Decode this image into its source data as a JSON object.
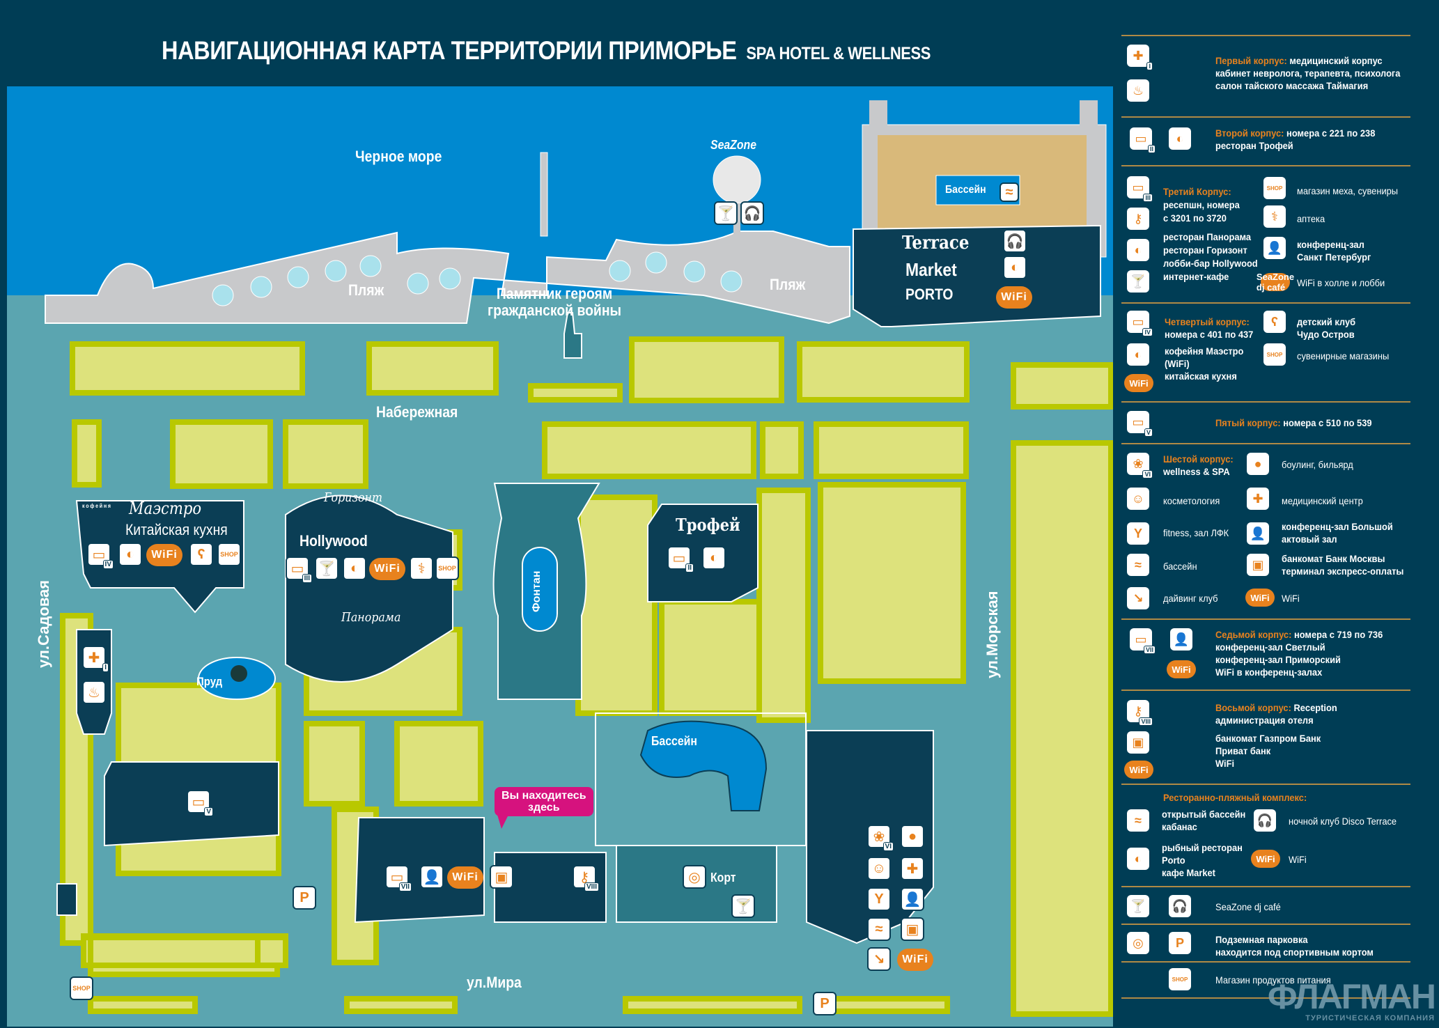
{
  "header": {
    "title": "НАВИГАЦИОННАЯ КАРТА ТЕРРИТОРИИ ПРИМОРЬЕ",
    "subtitle": "SPA HOTEL & WELLNESS"
  },
  "colors": {
    "background": "#003d55",
    "sea": "#0089d0",
    "ground": "#5ba5b0",
    "beach": "#c8c9cb",
    "lawn": "#dde27c",
    "lawn_border": "#b9c800",
    "building": "#0b3e55",
    "accent_orange": "#e8821e",
    "you_are_here": "#d6127e",
    "legend_separator": "#b08a45"
  },
  "map": {
    "labels": {
      "sea": "Черное море",
      "beach_left": "Пляж",
      "beach_right": "Пляж",
      "monument": "Памятник героям гражданской войны",
      "monument_line1": "Памятник героям",
      "monument_line2": "гражданской войны",
      "embankment": "Набережная",
      "street_sadovaya": "ул.Садовая",
      "street_morskaya": "ул.Морская",
      "street_mira": "ул.Мира",
      "fountain": "Фонтан",
      "pond": "Пруд",
      "pool_main": "Бассейн",
      "pool_beach": "Бассейн",
      "court": "Корт",
      "seazone": "SeaZone",
      "terrace": "Terrace",
      "market": "Market",
      "porto": "PORTO",
      "maestro_prefix": "кофейня",
      "maestro": "Маэстро",
      "chinese": "Китайская кухня",
      "gorizont": "Горизонт",
      "hollywood": "Hollywood",
      "panorama": "Панорама",
      "trofey": "Трофей",
      "you_are_here": "Вы находитесь здесь",
      "you_are_here_line1": "Вы находитесь",
      "you_are_here_line2": "здесь",
      "wifi": "WiFi",
      "shop": "SHOP",
      "parking": "P"
    },
    "building_numbers": [
      "I",
      "II",
      "III",
      "IV",
      "V",
      "VI",
      "VII",
      "VIII"
    ]
  },
  "legend": {
    "sections": [
      {
        "heading": "Первый корпус:",
        "lines": [
          "медицинский корпус",
          "кабинет невролога, терапевта, психолога",
          "салон тайского массажа Таймагия"
        ],
        "icons": [
          "medical-cross-icon",
          "massage-icon"
        ],
        "building": "I"
      },
      {
        "heading": "Второй корпус:",
        "lines": [
          "номера с 221 по 238",
          "ресторан Трофей"
        ],
        "icons": [
          "hotel-room-icon",
          "restaurant-icon"
        ],
        "building": "II"
      },
      {
        "heading": "Третий Корпус:",
        "lines": [
          "ресепшн, номера",
          "с 3201 по 3720",
          "ресторан Панорама",
          "ресторан Горизонт",
          "лобби-бар Hollywood",
          "интернет-кафе"
        ],
        "icons": [
          "hotel-room-icon",
          "key-icon",
          "restaurant-icon",
          "cocktail-icon"
        ],
        "building": "III",
        "extra": [
          {
            "icon": "shop-icon",
            "text": "магазин меха, сувениры"
          },
          {
            "icon": "pharmacy-icon",
            "text": "аптека"
          },
          {
            "icon": "conference-icon",
            "text": "конференц-зал Санкт Петербург"
          },
          {
            "icon": "wifi-icon",
            "text": "WiFi в холле и лобби"
          }
        ]
      },
      {
        "heading": "Четвертый корпус:",
        "lines": [
          "номера с 401 по 437",
          "кофейня Маэстро",
          "(WiFi)",
          "китайская кухня"
        ],
        "icons": [
          "hotel-room-icon",
          "restaurant-icon",
          "wifi-icon"
        ],
        "building": "IV",
        "extra": [
          {
            "icon": "teddy-bear-icon",
            "text": "детский клуб Чудо Остров"
          },
          {
            "icon": "shop-icon",
            "text": "сувенирные магазины"
          }
        ]
      },
      {
        "heading": "Пятый корпус:",
        "lines": [
          "номера с 510 по 539"
        ],
        "icons": [
          "hotel-room-icon"
        ],
        "building": "V"
      },
      {
        "heading": "Шестой корпус:",
        "lines": [
          "wellness & SPA"
        ],
        "icons": [
          "lotus-icon"
        ],
        "building": "VI",
        "extra": [
          {
            "icon": "bowling-icon",
            "text": "боулинг, бильярд"
          },
          {
            "icon": "cosmetology-icon",
            "text": "косметология"
          },
          {
            "icon": "medical-cross-icon",
            "text": "медицинский центр"
          },
          {
            "icon": "fitness-icon",
            "text": "fitness, зал ЛФК"
          },
          {
            "icon": "conference-icon",
            "text": "конференц-зал Большой актовый зал"
          },
          {
            "icon": "swimming-icon",
            "text": "бассейн"
          },
          {
            "icon": "atm-icon",
            "text": "банкомат Банк Москвы терминал экспресс-оплаты"
          },
          {
            "icon": "diving-icon",
            "text": "дайвинг клуб"
          },
          {
            "icon": "wifi-icon",
            "text": "WiFi"
          }
        ]
      },
      {
        "heading": "Седьмой корпус:",
        "lines": [
          "номера с 719 по 736",
          "конференц-зал Светлый",
          "конференц-зал Приморский",
          "WiFi в конференц-залах"
        ],
        "icons": [
          "hotel-room-icon",
          "conference-icon",
          "wifi-icon"
        ],
        "building": "VII"
      },
      {
        "heading": "Восьмой корпус:",
        "lines": [
          "Reception",
          "администрация отеля",
          "банкомат Газпром Банк",
          "Приват банк",
          "WiFi"
        ],
        "icons": [
          "key-icon",
          "atm-icon",
          "wifi-icon"
        ],
        "building": "VIII"
      },
      {
        "heading": "Ресторанно-пляжный комплекс:",
        "lines": [],
        "extra": [
          {
            "icon": "swimming-icon",
            "text": "открытый бассейн кабанас"
          },
          {
            "icon": "headphones-icon",
            "text": "ночной клуб Disco Terrace"
          },
          {
            "icon": "restaurant-icon",
            "text": "рыбный ресторан Porto кафе Market"
          },
          {
            "icon": "wifi-icon",
            "text": "WiFi"
          }
        ]
      },
      {
        "heading": "",
        "lines": [
          "SeaZone dj café"
        ],
        "icons": [
          "cocktail-icon",
          "headphones-icon"
        ]
      },
      {
        "heading": "",
        "lines": [
          "Подземная парковка",
          "находится под спортивным кортом"
        ],
        "icons": [
          "tennis-court-icon",
          "parking-icon"
        ]
      },
      {
        "heading": "",
        "lines": [
          "Магазин продуктов питания"
        ],
        "icons": [
          "shop-icon"
        ]
      }
    ],
    "texts": {
      "s1_head": "Первый корпус:",
      "s1_l1": "медицинский корпус",
      "s1_l2": "кабинет невролога, терапевта, психолога",
      "s1_l3": "салон тайского массажа Таймагия",
      "s2_head": "Второй корпус:",
      "s2_l1": "номера с 221 по 238",
      "s2_l2": "ресторан Трофей",
      "s3_head": "Третий Корпус:",
      "s3_l1": "ресепшн, номера",
      "s3_l2": "с 3201 по 3720",
      "s3_l3": "ресторан Панорама",
      "s3_l4": "ресторан Горизонт",
      "s3_l5": "лобби-бар Hollywood",
      "s3_l6": "интернет-кафе",
      "s3_r1": "магазин меха, сувениры",
      "s3_r2": "аптека",
      "s3_r3a": "конференц-зал",
      "s3_r3b": "Санкт Петербург",
      "s3_r4": "WiFi в холле и лобби",
      "s4_head": "Четвертый корпус:",
      "s4_l1": "номера с 401 по 437",
      "s4_l2": "кофейня Маэстро",
      "s4_l3": "(WiFi)",
      "s4_l4": "китайская кухня",
      "s4_r1a": "детский клуб",
      "s4_r1b": "Чудо Остров",
      "s4_r2": "сувенирные магазины",
      "s5_head": "Пятый корпус:",
      "s5_l1": "номера с 510 по 539",
      "s6_head": "Шестой корпус:",
      "s6_l1": "wellness & SPA",
      "s6_cosm": "косметология",
      "s6_fit": "fitness, зал ЛФК",
      "s6_pool": "бассейн",
      "s6_dive": "дайвинг клуб",
      "s6_bowl": "боулинг, бильярд",
      "s6_med": "медицинский центр",
      "s6_conf_a": "конференц-зал Большой",
      "s6_conf_b": "актовый зал",
      "s6_atm_a": "банкомат Банк Москвы",
      "s6_atm_b": "терминал экспресс-оплаты",
      "s6_wifi": "WiFi",
      "s7_head": "Седьмой корпус:",
      "s7_l1": "номера с 719 по 736",
      "s7_l2": "конференц-зал Светлый",
      "s7_l3": "конференц-зал Приморский",
      "s7_l4": "WiFi в конференц-залах",
      "s8_head": "Восьмой корпус:",
      "s8_l1": "Reception",
      "s8_l2": "администрация отеля",
      "s8_l3": "банкомат Газпром Банк",
      "s8_l4": "Приват банк",
      "s8_l5": "WiFi",
      "s9_head": "Ресторанно-пляжный комплекс:",
      "s9_a1": "открытый бассейн",
      "s9_a2": "кабанас",
      "s9_b": "ночной клуб Disco Terrace",
      "s9_c1": "рыбный ресторан",
      "s9_c2": "Porto",
      "s9_c3": "кафе Market",
      "s9_d": "WiFi",
      "s10": "SeaZone dj café",
      "s11_l1": "Подземная парковка",
      "s11_l2": "находится под спортивным кортом",
      "s12": "Магазин продуктов питания"
    }
  },
  "watermark": {
    "name": "ФЛАГМАН",
    "tagline": "ТУРИСТИЧЕСКАЯ КОМПАНИЯ"
  }
}
